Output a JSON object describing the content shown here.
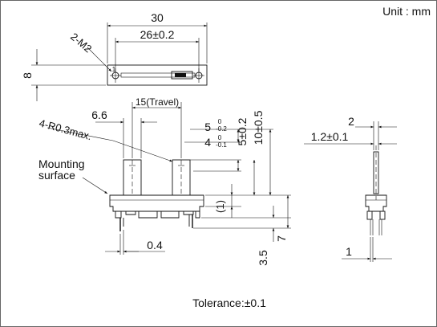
{
  "unit_label": "Unit : mm",
  "tolerance": "Tolerance:±0.1",
  "top_view": {
    "width": "30",
    "hole_pitch": "26±0.2",
    "holes": "2-M2",
    "height": "8"
  },
  "front_view": {
    "travel": "15(Travel)",
    "dim_66": "6.6",
    "radius": "4-R0.3max.",
    "mounting_line1": "Mounting",
    "mounting_line2": "surface",
    "dim_5_nom": "5",
    "dim_5_tol_top": "0",
    "dim_5_tol_bot": "-0.2",
    "dim_4_nom": "4",
    "dim_4_tol_top": "0",
    "dim_4_tol_bot": "-0.1",
    "dim_5_02": "5±0.2",
    "dim_10_05": "10±0.5",
    "dim_1": "(1)",
    "dim_04": "0.4",
    "dim_7": "7",
    "dim_35": "3.5"
  },
  "side_view": {
    "dim_2": "2",
    "dim_12": "1.2±0.1",
    "dim_1": "1"
  }
}
